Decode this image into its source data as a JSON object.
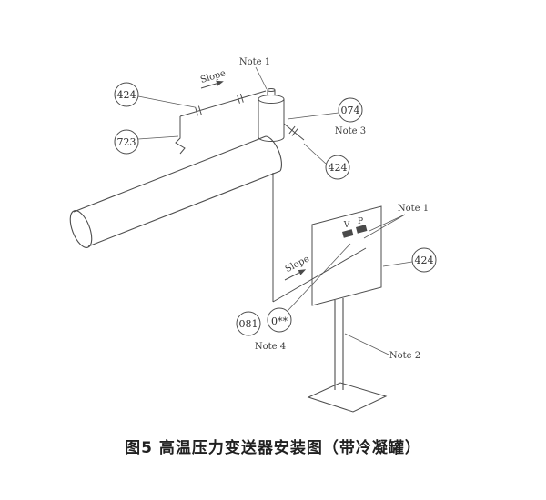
{
  "caption": "图5  高温压力变送器安装图（带冷凝罐）",
  "diagram": {
    "balloons": {
      "b424_left": "424",
      "b723": "723",
      "b074": "074",
      "b424_mid": "424",
      "b424_right": "424",
      "b081": "081",
      "b0xx": "0**"
    },
    "notes": {
      "note1_top": "Note 1",
      "note3": "Note 3",
      "note1_right": "Note 1",
      "note2": "Note 2",
      "note4": "Note 4"
    },
    "labels": {
      "slope_top": "Slope",
      "slope_bottom": "Slope",
      "port_v": "V",
      "port_p": "P"
    }
  }
}
